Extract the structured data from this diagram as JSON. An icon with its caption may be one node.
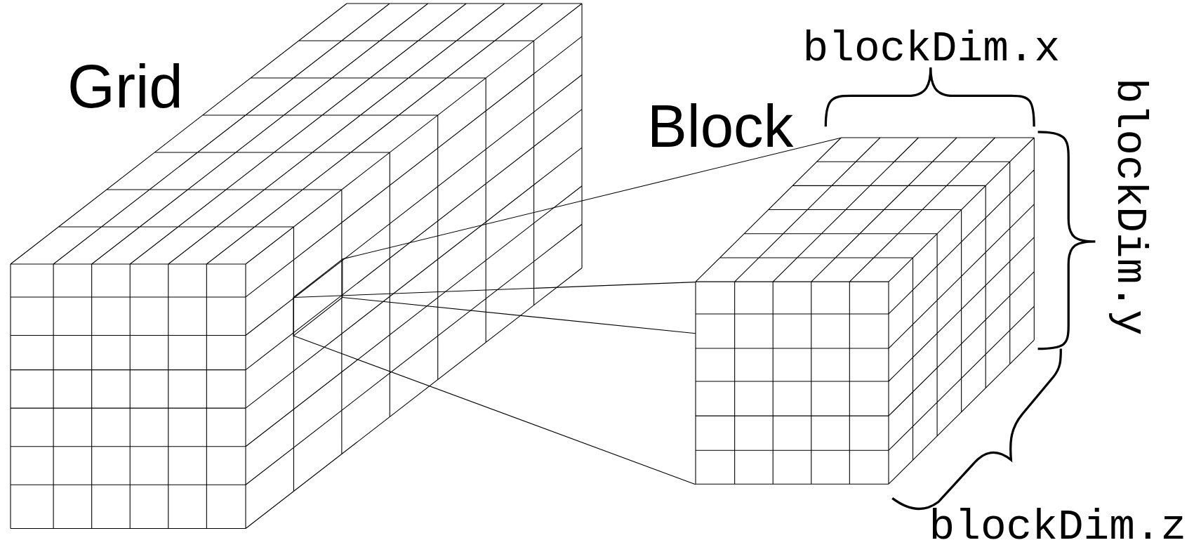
{
  "diagram": {
    "nodes": [
      {
        "text": [
          "Grid"
        ]
      },
      {
        "text": [],
        "shape": "box",
        "in": 0
      },
      {
        "text": [
          "Block"
        ]
      }
    ],
    "edges": [
      {
        "from": 1,
        "to": 2,
        "arrow": "none"
      },
      {
        "from": 1,
        "to": 2,
        "arrow": "none"
      },
      {
        "from": 1,
        "to": 2,
        "arrow": "none"
      },
      {
        "from": 1,
        "to": 2,
        "arrow": "none"
      }
    ],
    "labels": [
      "blockDim.x",
      "blockDim.y",
      "blockDim.z"
    ]
  }
}
